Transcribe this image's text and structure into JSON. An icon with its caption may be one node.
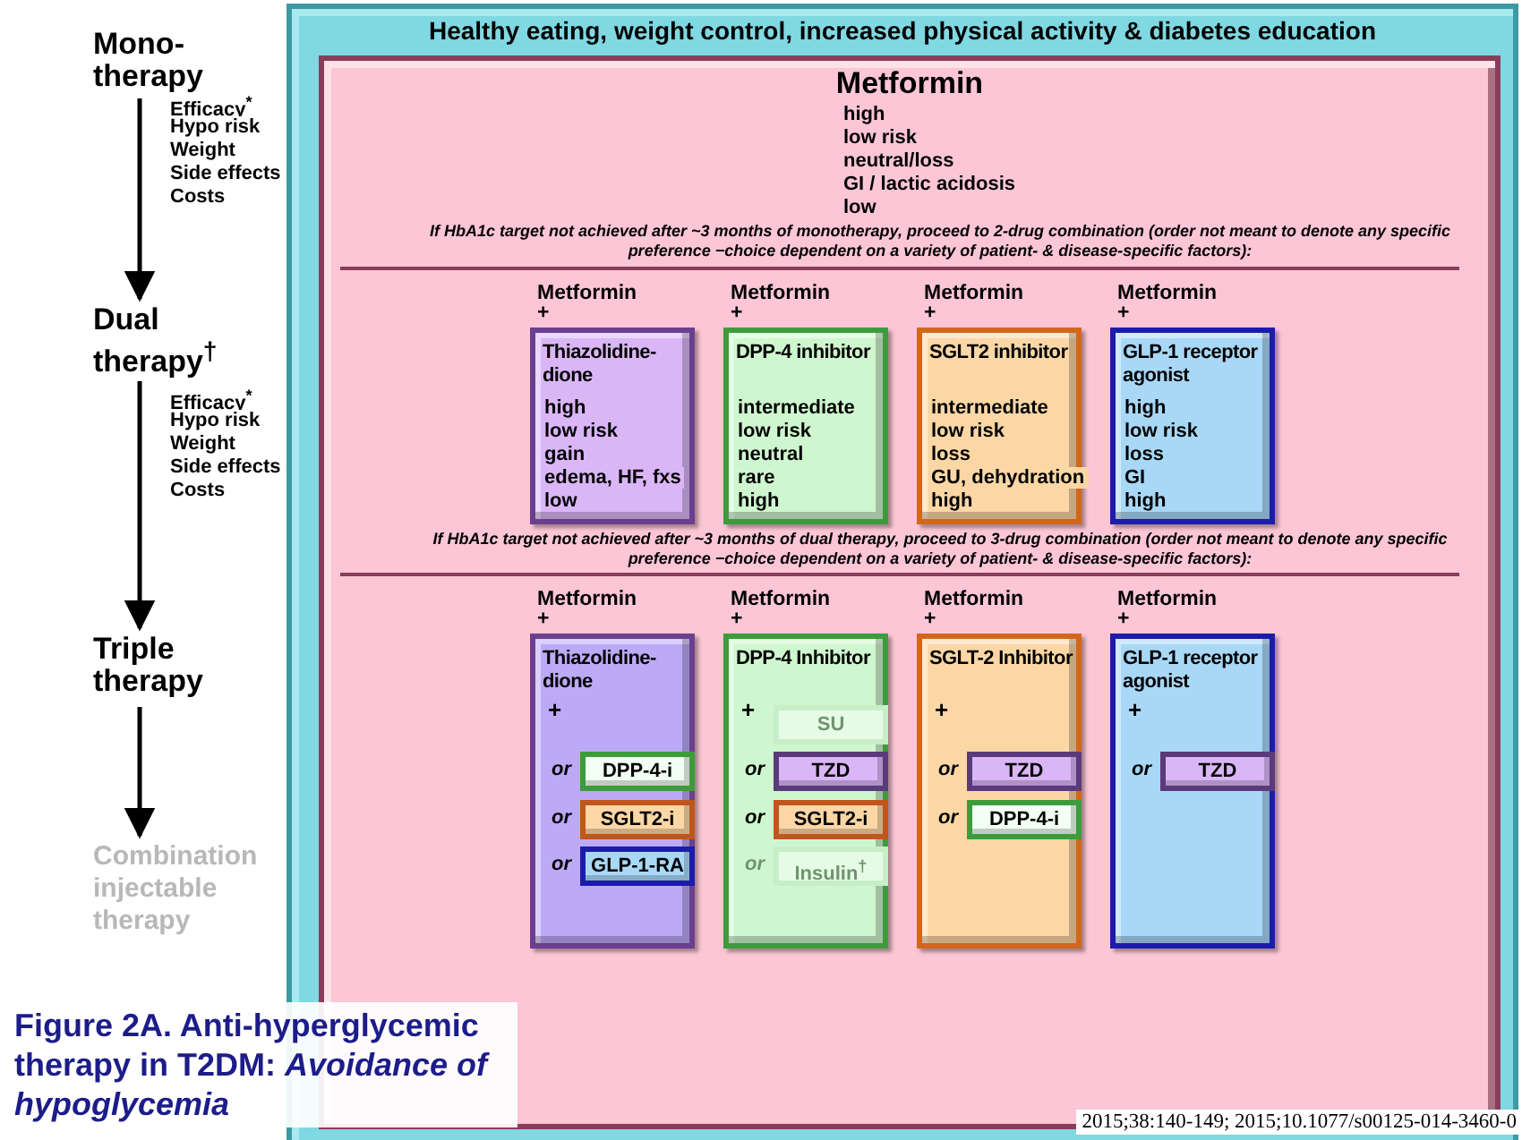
{
  "diagram": {
    "caption": "Figure 2A. Anti-hyperglycemic therapy in T2DM: *Avoidance of hypoglycemia*",
    "nodes": [
      {
        "text": [
          "Healthy eating, weight control, increased physical activity & diabetes education"
        ]
      },
      {
        "text": [
          "Metformin",
          "high",
          "low risk",
          "neutral/loss",
          "GI / lactic acidosis",
          "low"
        ],
        "in": 0
      },
      {
        "text": [
          "Mono- therapy"
        ]
      },
      {
        "text": [
          "Dual therapy$^{†}$"
        ]
      },
      {
        "text": [
          "Triple therapy"
        ]
      },
      {
        "text": [
          "Combination injectable therapy"
        ]
      },
      {
        "text": [
          "Metformin +",
          "Thiazolidine- dione",
          "high",
          "low risk",
          "gain",
          "edema, HF, fxs",
          "low"
        ],
        "in": 1
      },
      {
        "text": [
          "Metformin +",
          "DPP-4 inhibitor",
          "intermediate",
          "low risk",
          "neutral",
          "rare",
          "high"
        ],
        "in": 1
      },
      {
        "text": [
          "Metformin +",
          "SGLT2 inhibitor",
          "intermediate",
          "low risk",
          "loss",
          "GU, dehydration",
          "high"
        ],
        "in": 1
      },
      {
        "text": [
          "Metformin +",
          "GLP-1 receptor agonist",
          "high",
          "low risk",
          "loss",
          "GI",
          "high"
        ],
        "in": 1
      },
      {
        "text": [
          "Metformin +",
          "Thiazolidine- dione",
          "+"
        ],
        "in": 1
      },
      {
        "text": [
          "Metformin +",
          "DPP-4 Inhibitor",
          "+"
        ],
        "in": 1
      },
      {
        "text": [
          "Metformin +",
          "SGLT-2 Inhibitor",
          "+"
        ],
        "in": 1
      },
      {
        "text": [
          "Metformin +",
          "GLP-1 receptor agonist",
          "+"
        ],
        "in": 1
      },
      {
        "text": [
          "DPP-4-i"
        ],
        "beside": [
          "or"
        ],
        "in": 10
      },
      {
        "text": [
          "SGLT2-i"
        ],
        "beside": [
          "or"
        ],
        "in": 10
      },
      {
        "text": [
          "GLP-1-RA"
        ],
        "beside": [
          "or"
        ],
        "in": 10
      },
      {
        "text": [
          "SU"
        ],
        "in": 11
      },
      {
        "text": [
          "TZD"
        ],
        "beside": [
          "or"
        ],
        "in": 11
      },
      {
        "text": [
          "SGLT2-i"
        ],
        "beside": [
          "or"
        ],
        "in": 11
      },
      {
        "text": [
          "Insulin$^{†}$"
        ],
        "beside": [
          "or"
        ],
        "in": 11
      },
      {
        "text": [
          "TZD"
        ],
        "beside": [
          "or"
        ],
        "in": 12
      },
      {
        "text": [
          "DPP-4-i"
        ],
        "beside": [
          "or"
        ],
        "in": 12
      },
      {
        "text": [
          "TZD"
        ],
        "beside": [
          "or"
        ],
        "in": 13
      }
    ],
    "edges": [
      {
        "from": 2,
        "to": 3,
        "arrow": "to"
      },
      {
        "from": 3,
        "to": 4,
        "arrow": "to"
      },
      {
        "from": 4,
        "to": 5,
        "arrow": "to"
      }
    ],
    "labels": [
      "Efficacy$^{*}$",
      "Hypo risk",
      "Weight",
      "Side effects",
      "Costs",
      "If HbA1c target not achieved after ~3 months of monotherapy, proceed to 2-drug combination (order not meant to denote any specific preference −choice dependent on a variety of patient- & disease-specific factors):",
      "Efficacy$^{*}$",
      "Hypo risk",
      "Weight",
      "Side effects",
      "Costs",
      "If HbA1c target not achieved after ~3 months of dual therapy, proceed to 3-drug combination (order not meant to denote any specific preference −choice dependent on a variety of patient- & disease-specific factors):",
      "2015;38:140-149; 2015;10.1077/s00125-014-3460-0"
    ]
  }
}
